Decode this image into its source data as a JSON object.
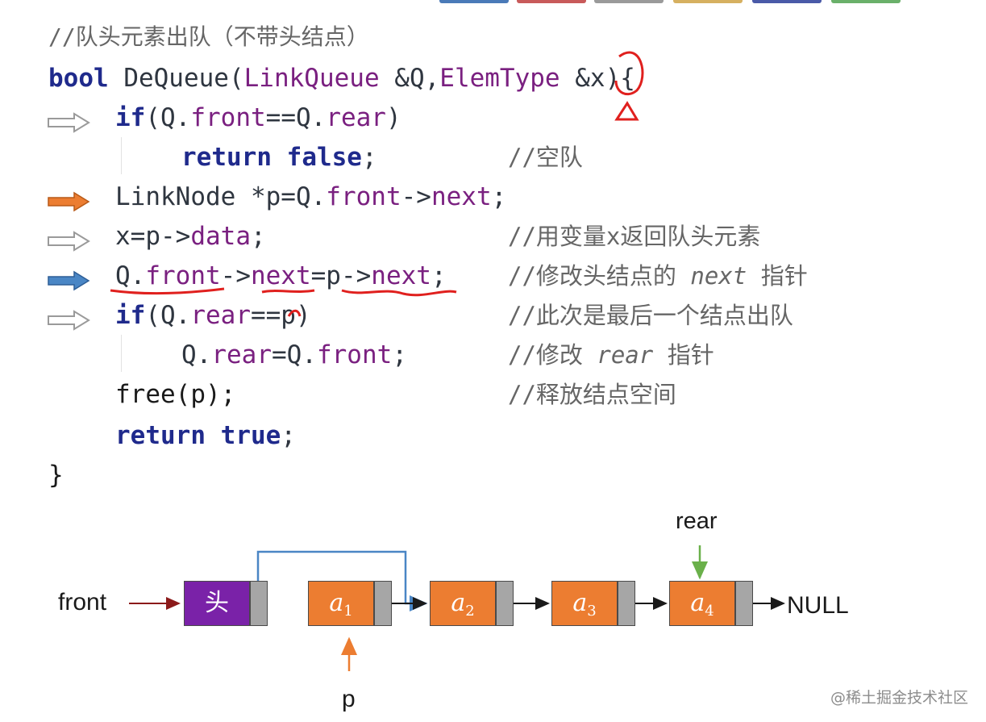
{
  "code": {
    "comment_title": "//队头元素出队（不带头结点）",
    "l1": {
      "kw": "bool",
      "fn": " DeQueue(",
      "ty": "LinkQueue",
      "rest": " &Q,",
      "ty2": "ElemType",
      "rest2": " &x){"
    },
    "l2": {
      "kw": "if",
      "rest": "(Q.",
      "a": "front",
      "b": "==Q.",
      "c": "rear",
      "d": ")"
    },
    "l3": {
      "kw1": "return",
      "kw2": "false",
      "semi": ";",
      "comment": "//空队"
    },
    "l4": {
      "a": "LinkNode *p=Q.",
      "b": "front",
      "c": "->",
      "d": "next",
      "e": ";"
    },
    "l5": {
      "a": "x=p->",
      "b": "data",
      "c": ";",
      "comment": "//用变量x返回队头元素"
    },
    "l6": {
      "a": "Q.",
      "b": "front",
      "c": "->",
      "d": "next",
      "e": "=p->",
      "f": "next",
      "g": ";",
      "comment_a": "//修改头结点的 ",
      "comment_i": "next",
      "comment_b": " 指针"
    },
    "l7": {
      "kw": "if",
      "a": "(Q.",
      "b": "rear",
      "c": "==p)",
      "comment": "//此次是最后一个结点出队"
    },
    "l8": {
      "a": "Q.",
      "b": "rear",
      "c": "=Q.",
      "d": "front",
      "e": ";",
      "comment_a": "//修改 ",
      "comment_i": "rear",
      "comment_b": " 指针"
    },
    "l9": {
      "a": "free(p);",
      "comment": "//释放结点空间"
    },
    "l10": {
      "kw1": "return",
      "kw2": "true",
      "semi": ";"
    },
    "l11": "}"
  },
  "diagram": {
    "front_label": "front",
    "head_label": "头",
    "nodes": [
      {
        "base": "a",
        "sub": "1"
      },
      {
        "base": "a",
        "sub": "2"
      },
      {
        "base": "a",
        "sub": "3"
      },
      {
        "base": "a",
        "sub": "4"
      }
    ],
    "rear_label": "rear",
    "p_label": "p",
    "null_label": "NULL"
  },
  "watermark": "@稀土掘金技术社区",
  "colors": {
    "keyword": "#1f2a8c",
    "type": "#7a2080",
    "annotation": "#e0201e",
    "orange_arrow": "#ec7d31",
    "blue_arrow": "#4a86c5",
    "head_node": "#7a22a8",
    "node": "#ec7d31"
  }
}
